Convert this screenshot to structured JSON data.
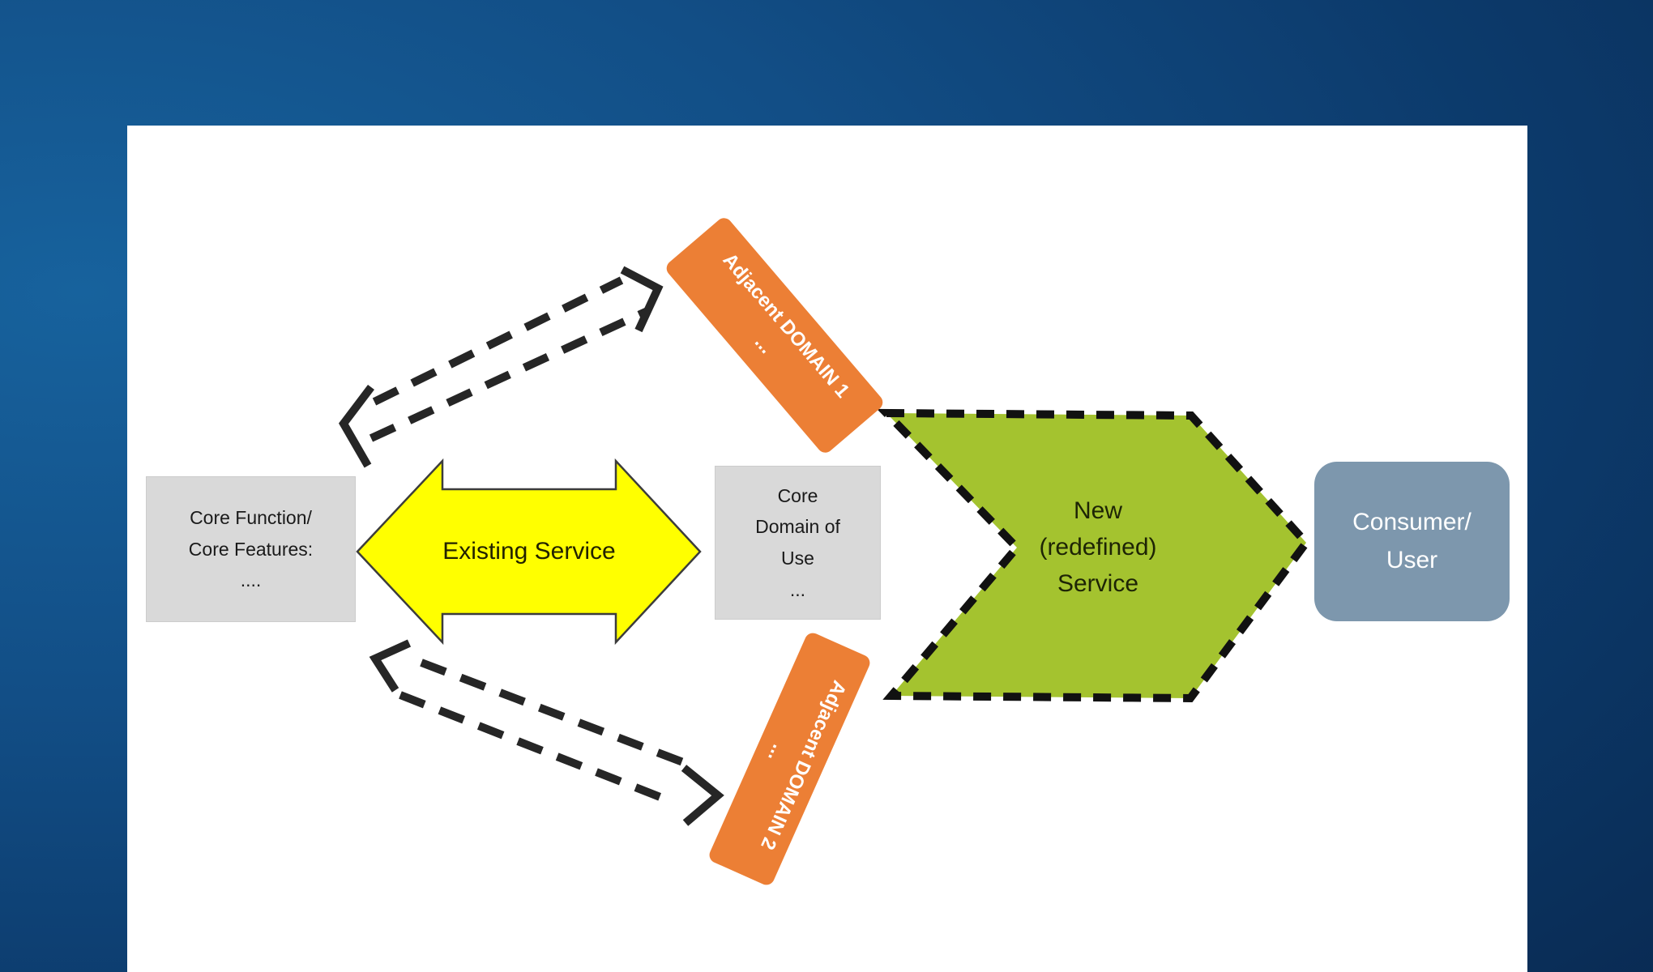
{
  "diagram": {
    "core_function": {
      "text": "Core Function/\nCore Features:\n...."
    },
    "existing_service": {
      "text": "Existing Service"
    },
    "core_domain": {
      "text": "Core\nDomain of\nUse\n..."
    },
    "adjacent_domain_1": {
      "text": "Adjacent DOMAIN 1\n..."
    },
    "adjacent_domain_2": {
      "text": "Adjacent DOMAIN 2\n..."
    },
    "new_service": {
      "text": "New\n(redefined)\nService"
    },
    "consumer": {
      "text": "Consumer/\nUser"
    }
  },
  "colors": {
    "background_left": "#17629d",
    "background_right": "#092a52",
    "slide_background": "#ffffff",
    "gray_box": "#d9d9d9",
    "existing_service_yellow": "#ffff00",
    "adjacent_domain_orange": "#ec7f35",
    "new_service_green": "#a4c32f",
    "consumer_blue_gray": "#7d97ad",
    "dashed_arrow_black": "#262626"
  }
}
